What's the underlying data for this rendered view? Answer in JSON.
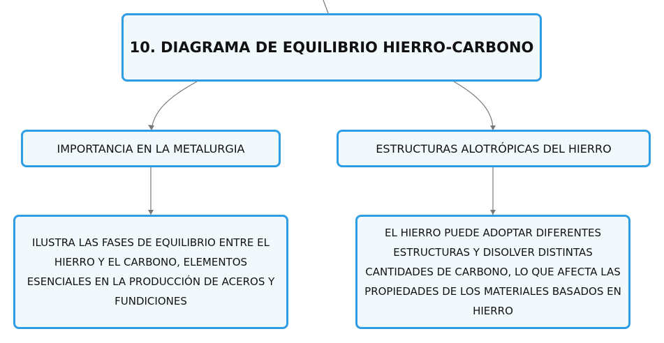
{
  "nodes": {
    "root": "10. DIAGRAMA DE EQUILIBRIO HIERRO-CARBONO",
    "left": "IMPORTANCIA EN LA METALURGIA",
    "right": "ESTRUCTURAS ALOTRÓPICAS DEL HIERRO",
    "left_detail": "ILUSTRA LAS FASES DE EQUILIBRIO ENTRE EL HIERRO Y EL CARBONO, ELEMENTOS ESENCIALES EN LA PRODUCCIÓN DE ACEROS Y FUNDICIONES",
    "right_detail": "EL HIERRO PUEDE ADOPTAR DIFERENTES ESTRUCTURAS Y DISOLVER DISTINTAS CANTIDADES DE CARBONO, LO QUE AFECTA LAS PROPIEDADES DE LOS MATERIALES BASADOS EN HIERRO"
  },
  "colors": {
    "node_border": "#2e9de4",
    "node_fill": "#f2f9fd",
    "connector": "#777777"
  }
}
